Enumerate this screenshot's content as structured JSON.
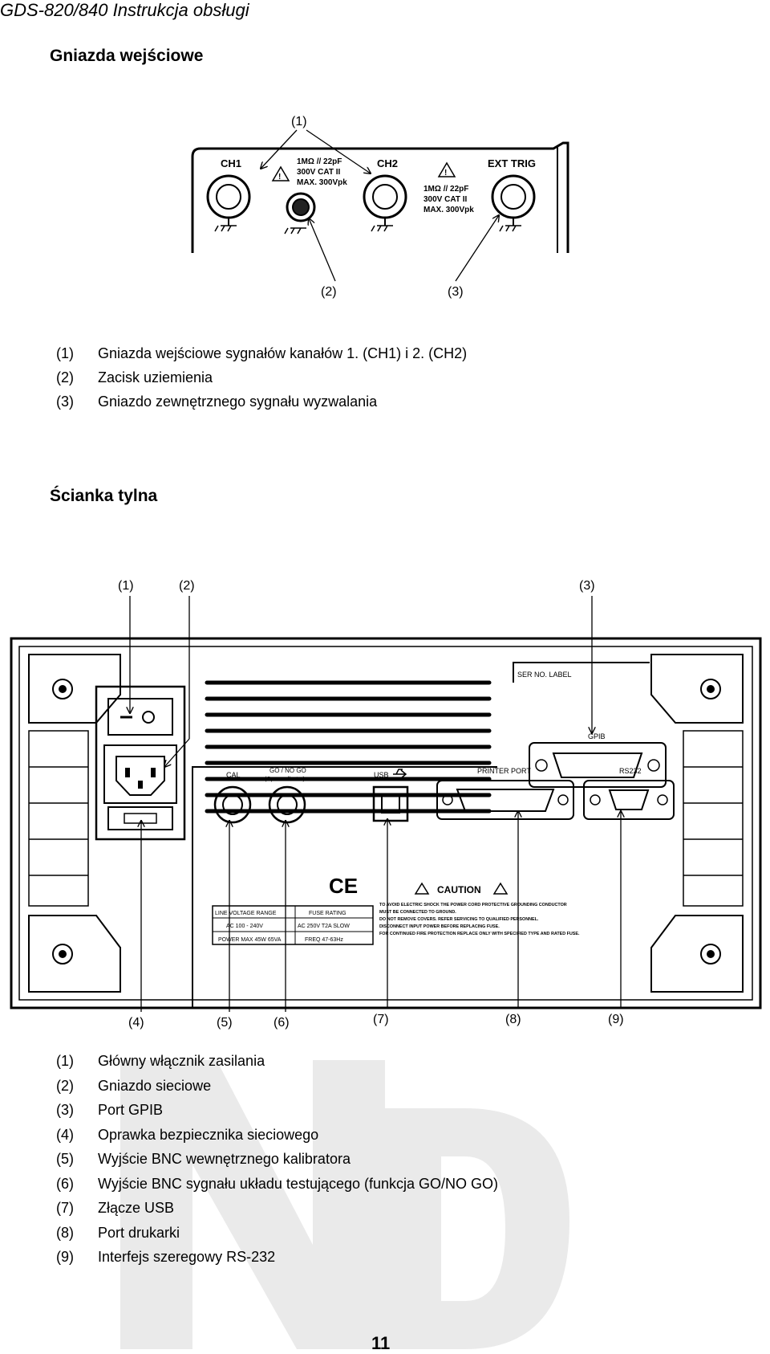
{
  "header": {
    "title": "GDS-820/840  Instrukcja obsługi"
  },
  "section1": {
    "heading": "Gniazda wejściowe",
    "figure": {
      "labels": [
        "CH1",
        "CH2",
        "EXT TRIG"
      ],
      "spec1": [
        "1MΩ // 22pF",
        "300V CAT II",
        "MAX. 300Vpk"
      ],
      "spec2": [
        "1MΩ // 22pF",
        "300V CAT II",
        "MAX. 300Vpk"
      ],
      "callouts": [
        "(1)",
        "(2)",
        "(3)"
      ]
    },
    "items": [
      {
        "num": "(1)",
        "text": "Gniazda wejściowe sygnałów kanałów 1. (CH1) i 2. (CH2)"
      },
      {
        "num": "(2)",
        "text": "Zacisk uziemienia"
      },
      {
        "num": "(3)",
        "text": "Gniazdo zewnętrznego sygnału wyzwalania"
      }
    ]
  },
  "section2": {
    "heading": "Ścianka tylna",
    "figure": {
      "labels": {
        "ser_no": "SER NO. LABEL",
        "gpib": "GPIB",
        "cal": "CAL",
        "gonogo": "GO / NO GO",
        "gonogo_sub": "(Open collector)",
        "usb": "USB",
        "printer": "PRINTER PORT",
        "rs232": "RS232",
        "ce": "CE",
        "caution": "CAUTION"
      },
      "rating_table": [
        [
          "LINE VOLTAGE RANGE",
          "FUSE  RATING"
        ],
        [
          "AC  100 - 240V",
          "AC  250V   T2A  SLOW"
        ],
        [
          "POWER  MAX  45W 65VA",
          "FREQ   47-63Hz"
        ]
      ],
      "warning_lines": [
        "TO AVOID ELECTRIC SHOCK THE POWER CORD PROTECTIVE GROUNDING CONDUCTOR",
        "MUST BE CONNECTED TO GROUND.",
        "DO NOT REMOVE COVERS. REFER SERVICING TO QUALIFIED PERSONNEL.",
        "DISCONNECT INPUT POWER BEFORE REPLACING FUSE.",
        "FOR CONTINUED FIRE PROTECTION REPLACE ONLY WITH SPECIFIED TYPE AND RATED FUSE."
      ],
      "callouts_top": [
        "(1)",
        "(2)",
        "(3)"
      ],
      "callouts_bottom": [
        "(4)",
        "(5)",
        "(6)",
        "(7)",
        "(8)",
        "(9)"
      ]
    },
    "items": [
      {
        "num": "(1)",
        "text": "Główny włącznik zasilania"
      },
      {
        "num": "(2)",
        "text": "Gniazdo sieciowe"
      },
      {
        "num": "(3)",
        "text": "Port GPIB"
      },
      {
        "num": "(4)",
        "text": "Oprawka bezpiecznika sieciowego"
      },
      {
        "num": "(5)",
        "text": "Wyjście BNC wewnętrznego kalibratora"
      },
      {
        "num": "(6)",
        "text": "Wyjście BNC sygnału układu testującego (funkcja GO/NO GO)"
      },
      {
        "num": "(7)",
        "text": "Złącze USB"
      },
      {
        "num": "(8)",
        "text": "Port drukarki"
      },
      {
        "num": "(9)",
        "text": "Interfejs szeregowy RS-232"
      }
    ]
  },
  "footer": {
    "page": "11"
  }
}
